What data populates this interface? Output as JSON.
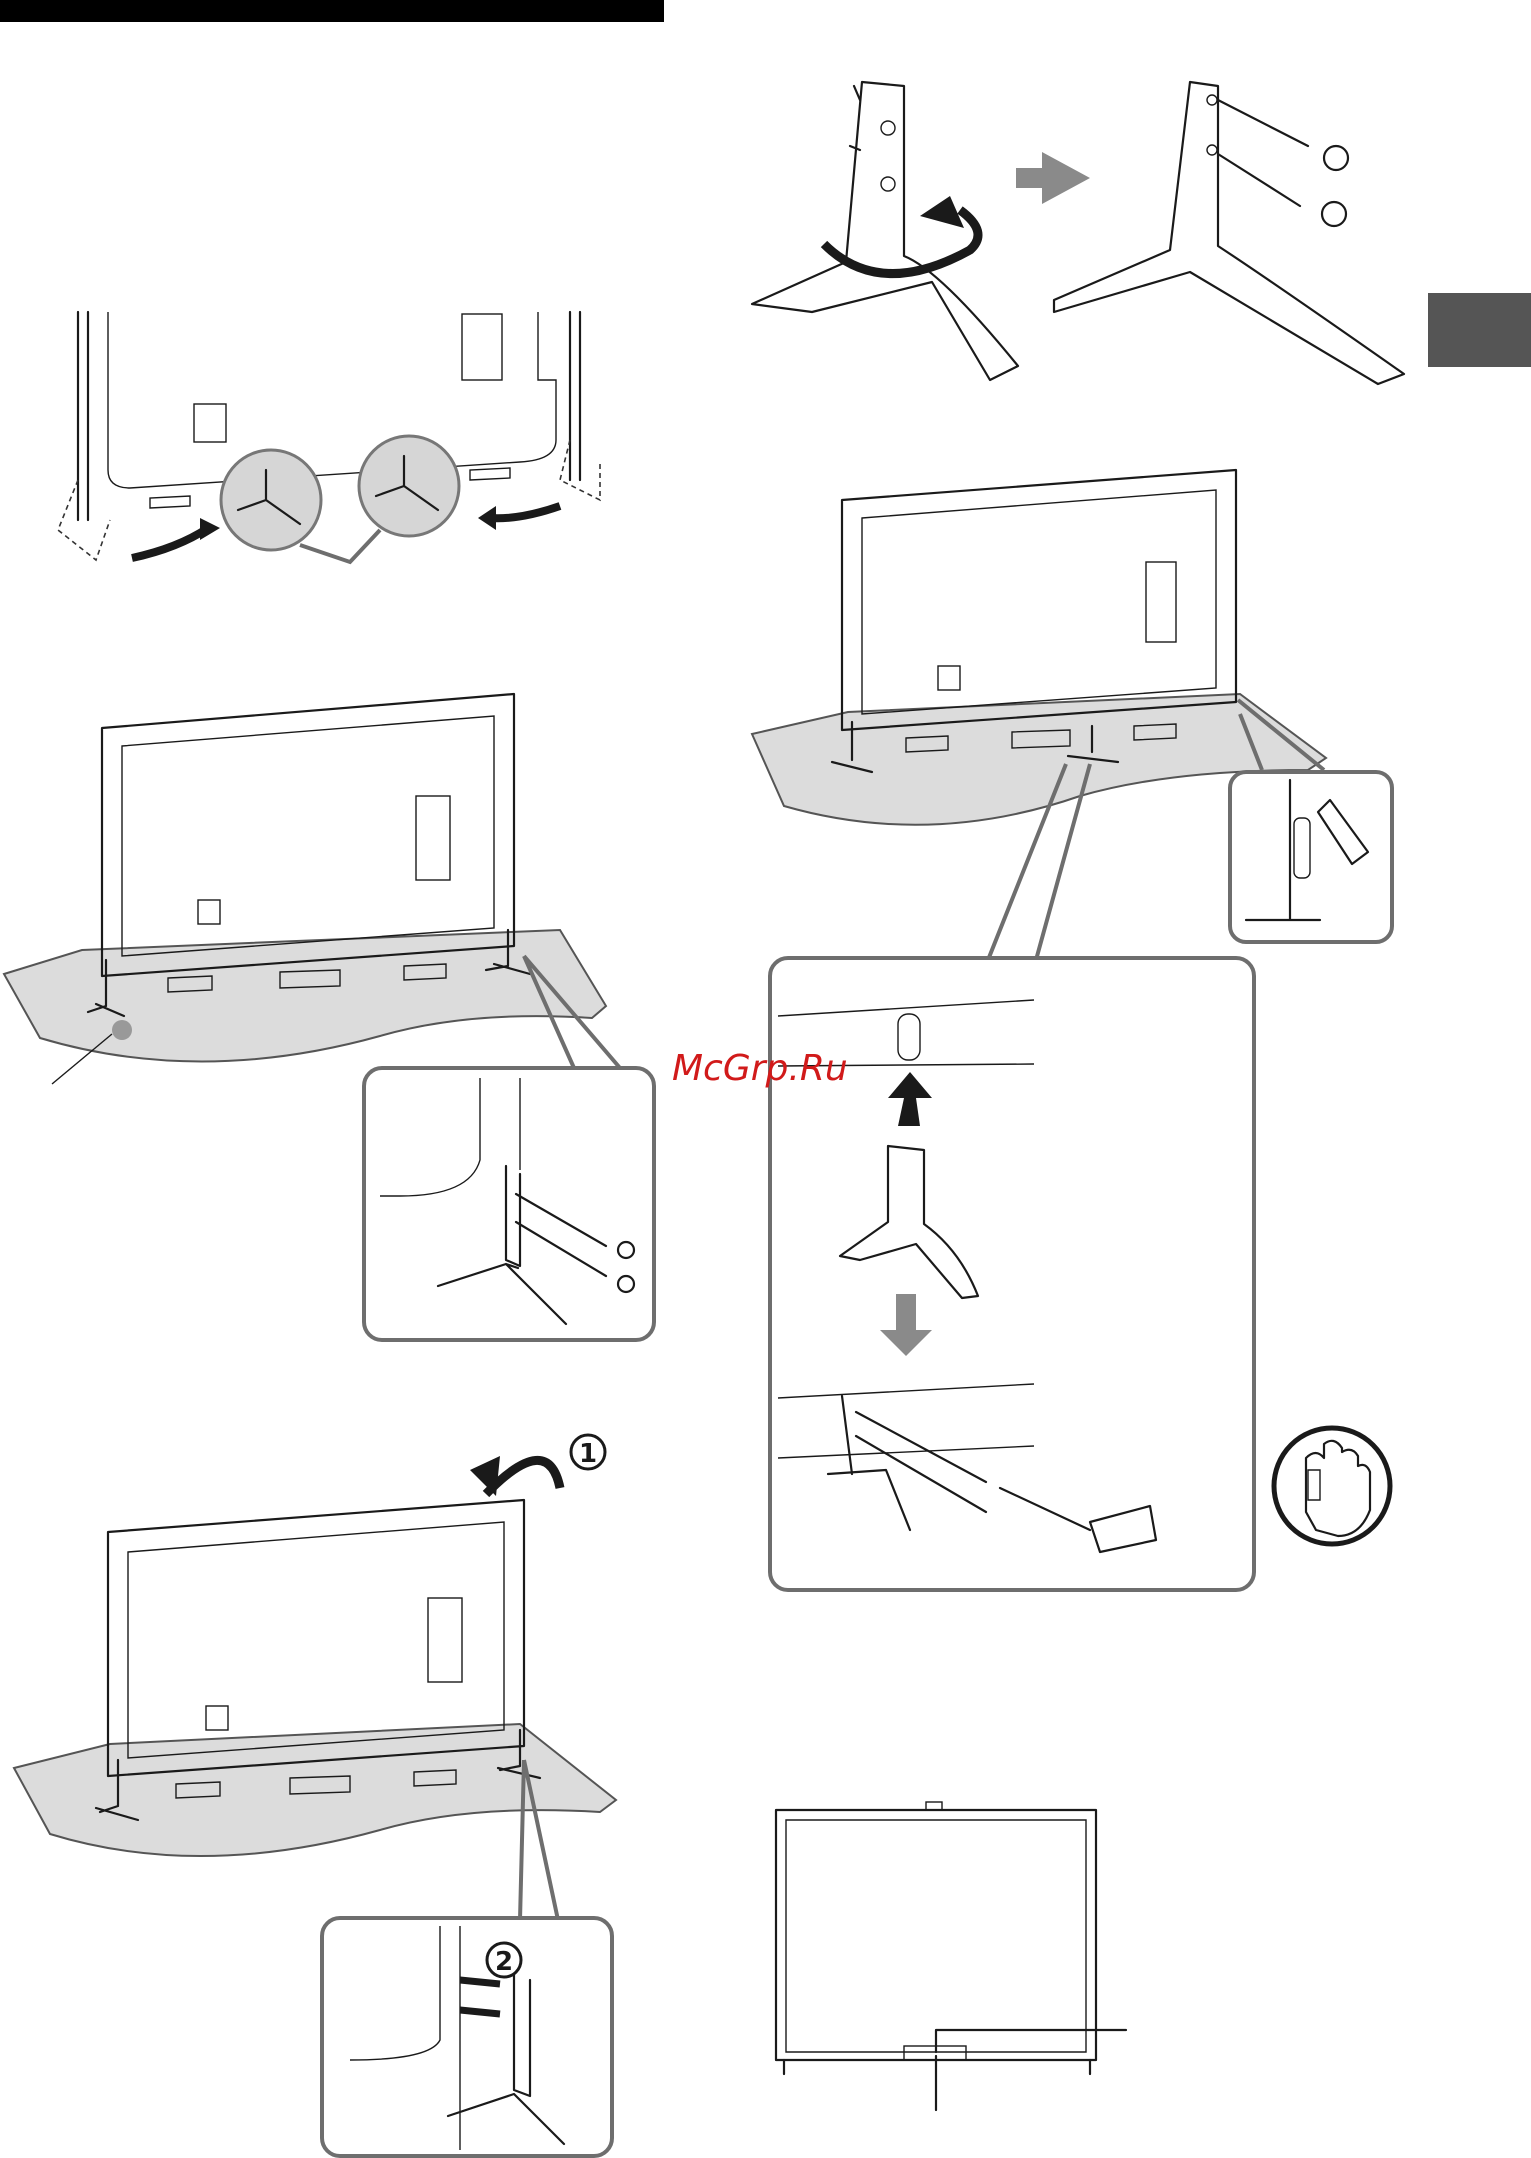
{
  "page": {
    "watermark": "McGrp.Ru",
    "step_numbers": [
      "1",
      "2"
    ]
  },
  "colors": {
    "header_bar": "#000000",
    "section_tab": "#555555",
    "table_fill": "#dcdcdc",
    "callout_border": "#6e6e6e",
    "arrow_gray": "#8a8a8a",
    "watermark": "#d11a1a"
  },
  "icons": {
    "rotate_arrow": "curved-arrow-icon",
    "direction_arrow": "block-arrow-icon",
    "screw": "screw-icon",
    "screwdriver": "screwdriver-icon",
    "pinch_warning": "hand-caution-icon"
  }
}
